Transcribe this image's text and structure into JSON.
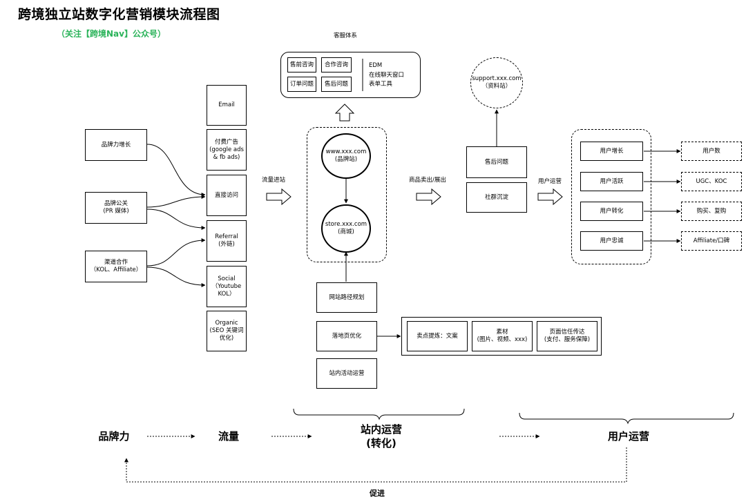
{
  "title": "跨境独立站数字化营销模块流程图",
  "subtitle": "（关注【跨境Nav】公众号）",
  "brand_sources": {
    "brand_power": "品牌力增长",
    "pr": "品牌公关\n(PR 媒体)",
    "channel": "渠道合作\n（KOL、Affiliate）"
  },
  "traffic_channels": {
    "email": "Email",
    "paid_ads": "付费广告\n(google ads\n& fb ads)",
    "direct": "直接访问",
    "referral": "Referral\n(外链)",
    "social": "Social\n（Youtube\nKOL）",
    "organic": "Organic\n(SEO 关键词\n优化)"
  },
  "flow_labels": {
    "traffic_in": "流量进站",
    "product_sales": "商品卖出/展出",
    "user_ops": "用户运营"
  },
  "customer_service": {
    "title": "客服体系",
    "presale": "售前咨询",
    "cooperation": "合作咨询",
    "order_issue": "订单问题",
    "aftersale_issue": "售后问题",
    "channels": "EDM\n在线聊天窗口\n表单工具"
  },
  "site": {
    "brand_site": "www.xxx.com\n(品牌站)",
    "store_site": "store.xxx.com\n(商城)"
  },
  "onsite_ops": {
    "path_planning": "网站路径规划",
    "landing_opt": "落地页优化",
    "activity_ops": "站内活动运营"
  },
  "landing_details": {
    "selling_points": "卖点提炼：文案",
    "materials": "素材\n(图片、视频、xxx)",
    "trust": "页面信任传达\n(支付、服务保障)"
  },
  "post_sales": {
    "support_site": "support.xxx.com\n（资料站）",
    "aftersale": "售后问题",
    "community": "社群沉淀"
  },
  "user_operation": {
    "growth": "用户增长",
    "activity": "用户活跃",
    "conversion": "用户转化",
    "loyalty": "用户忠诚",
    "users_count": "用户数",
    "ugc": "UGC、KOC",
    "purchase": "购买、复购",
    "affiliate": "Affiliate/口碑"
  },
  "bottom_flow": {
    "brand": "品牌力",
    "traffic": "流量",
    "onsite": "站内运营\n(转化)",
    "user_ops": "用户运营",
    "promote": "促进"
  }
}
